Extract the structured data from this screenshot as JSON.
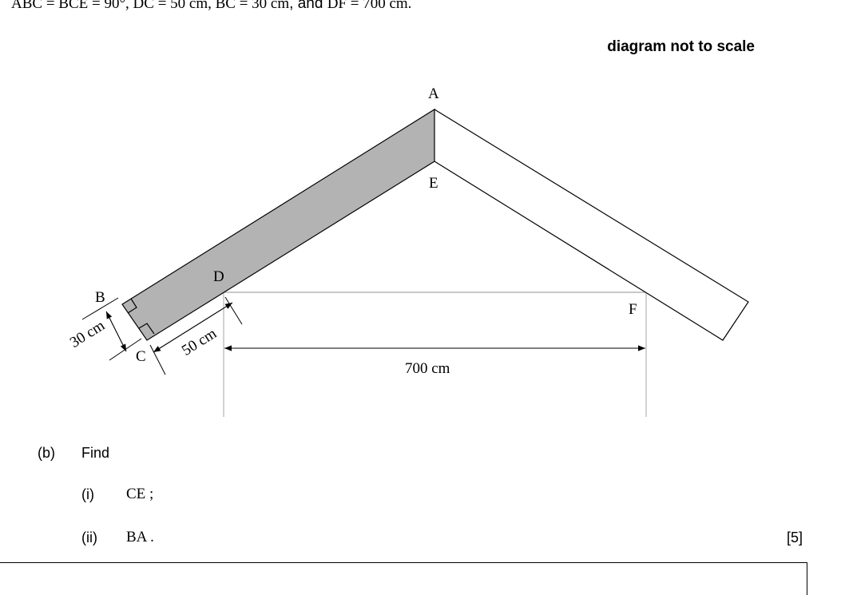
{
  "given_line": {
    "part1": "ABC = BCE = 90°,  DC = 50 cm,  BC = 30 cm",
    "part2": ", and ",
    "part3": "DF = 700 cm."
  },
  "scale_note": "diagram not to scale",
  "diagram": {
    "points": {
      "A": "A",
      "B": "B",
      "C": "C",
      "D": "D",
      "E": "E",
      "F": "F"
    },
    "dimensions": {
      "bc": "30 cm",
      "dc": "50 cm",
      "df": "700 cm"
    },
    "colors": {
      "shaded": "#b3b3b3",
      "outline": "#000000",
      "guide": "#a6a6a6"
    }
  },
  "question": {
    "part_label": "(b)",
    "part_text": "Find",
    "items": [
      {
        "label": "(i)",
        "text": "CE ;"
      },
      {
        "label": "(ii)",
        "text": "BA ."
      }
    ],
    "marks": "[5]"
  }
}
